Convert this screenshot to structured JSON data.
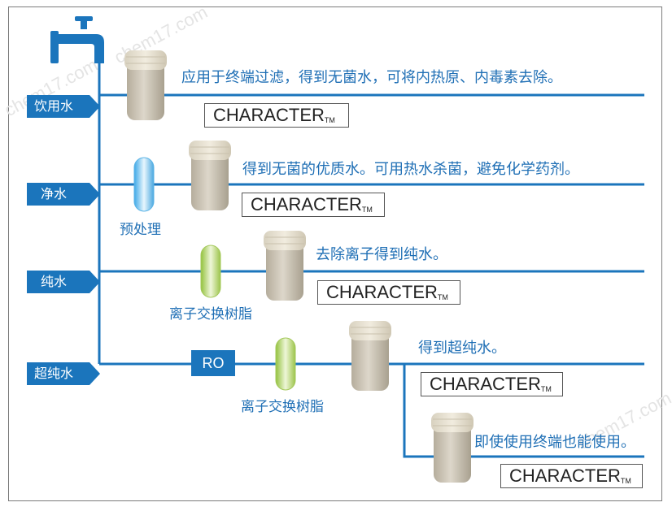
{
  "watermark": "chem17.com",
  "colors": {
    "line": "#1b75bc",
    "text": "#1f6fb5",
    "filter": "#cdc6b6",
    "pretreat": "#7cc6ee",
    "resin": "#b9d86f"
  },
  "rows": [
    {
      "tag": "饮用水",
      "desc": "应用于终端过滤，得到无菌水，可将内热原、内毒素去除。",
      "product": "CHARACTER",
      "tm": "TM"
    },
    {
      "tag": "净水",
      "desc": "得到无菌的优质水。可用热水杀菌，避免化学药剂。",
      "product": "CHARACTER",
      "tm": "TM",
      "stage": "预处理"
    },
    {
      "tag": "纯水",
      "desc": "去除离子得到纯水。",
      "product": "CHARACTER",
      "tm": "TM",
      "stage": "离子交换树脂"
    },
    {
      "tag": "超纯水",
      "desc": "得到超纯水。",
      "product": "CHARACTER",
      "tm": "TM",
      "stage": "离子交换树脂",
      "ro": "RO"
    },
    {
      "desc": "即使使用终端也能使用。",
      "product": "CHARACTER",
      "tm": "TM"
    }
  ]
}
